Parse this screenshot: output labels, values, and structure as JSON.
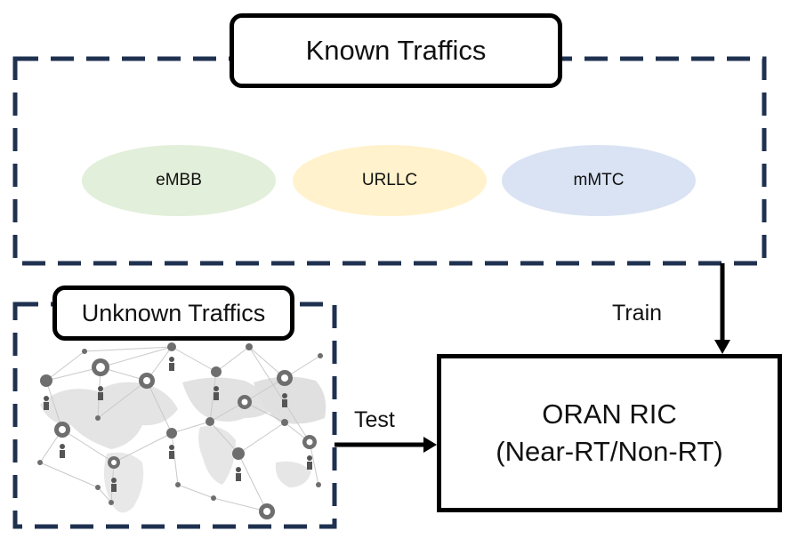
{
  "known": {
    "title": "Known Traffics",
    "categories": [
      {
        "label": "eMBB",
        "color": "#e2efda"
      },
      {
        "label": "URLLC",
        "color": "#fff2cc"
      },
      {
        "label": "mMTC",
        "color": "#dae3f3"
      }
    ]
  },
  "unknown": {
    "title": "Unknown Traffics"
  },
  "ric": {
    "line1": "ORAN RIC",
    "line2": "(Near-RT/Non-RT)"
  },
  "arrows": {
    "train": "Train",
    "test": "Test"
  },
  "colors": {
    "dash": "#1f3150",
    "stroke": "#000000"
  }
}
